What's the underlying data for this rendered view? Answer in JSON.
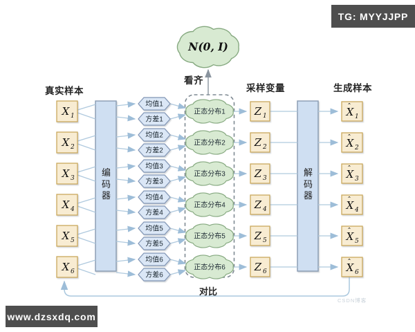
{
  "headers": {
    "real_samples": "真实样本",
    "align": "看齐",
    "sampled_variables": "采样变量",
    "generated_samples": "生成样本",
    "compare": "对比"
  },
  "encoder_label": "编码器",
  "decoder_label": "解码器",
  "prior_label": "N(0, I)",
  "symbols": {
    "x": "X",
    "z": "Z",
    "xhat": "X",
    "hat": "ˆ"
  },
  "rows": [
    {
      "index": "1",
      "mean": "均值1",
      "variance": "方差1",
      "dist": "正态分布1"
    },
    {
      "index": "2",
      "mean": "均值2",
      "variance": "方差2",
      "dist": "正态分布2"
    },
    {
      "index": "3",
      "mean": "均值3",
      "variance": "方差3",
      "dist": "正态分布3"
    },
    {
      "index": "4",
      "mean": "均值4",
      "variance": "方差4",
      "dist": "正态分布4"
    },
    {
      "index": "5",
      "mean": "均值5",
      "variance": "方差5",
      "dist": "正态分布5"
    },
    {
      "index": "6",
      "mean": "均值6",
      "variance": "方差6",
      "dist": "正态分布6"
    }
  ],
  "badges": {
    "tg": "TG: MYYJJPP",
    "site": "www.dzsxdq.com",
    "watermark": "CSDN博客"
  },
  "colors": {
    "box_fill": "#f8ecd2",
    "box_stroke": "#c9a85c",
    "panel_fill": "#cfdff2",
    "panel_stroke": "#8d9fb5",
    "hex_fill": "#dbe7f6",
    "hex_stroke": "#8095b5",
    "cloud_fill": "#d8ead2",
    "cloud_stroke": "#86a980",
    "line": "#afc9de",
    "arrow": "#9dbdd8",
    "arrow_gray": "#8a949e",
    "dashed": "#7f8a93",
    "badge_bg": "#4e4e4e",
    "badge_text": "#ffffff"
  }
}
